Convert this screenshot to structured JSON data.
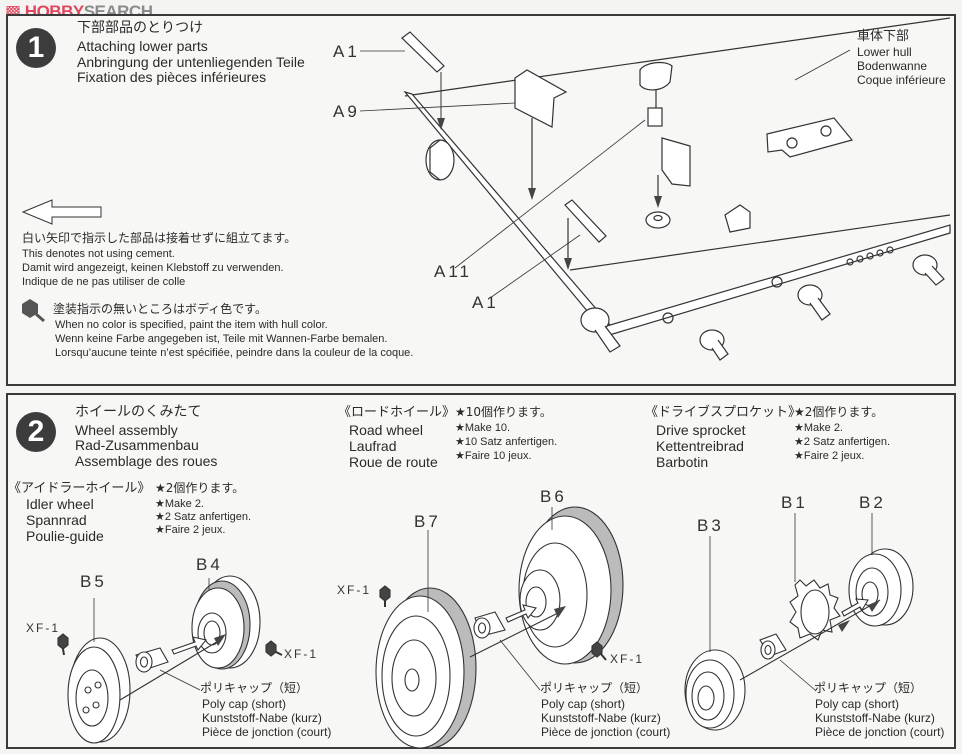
{
  "watermark": {
    "brand_a": "HOBBY",
    "brand_b": "SEARCH",
    "icon": "flame-logo-icon",
    "color": "#e0475e"
  },
  "step1": {
    "number": "1",
    "title_jp": "下部部品のとりつけ",
    "title_en": "Attaching lower parts",
    "title_de": "Anbringung der untenliegenden Teile",
    "title_fr": "Fixation des pièces inférieures",
    "hull_label": {
      "jp": "車体下部",
      "en": "Lower hull",
      "de": "Bodenwanne",
      "fr": "Coque inférieure"
    },
    "part_labels": [
      "A1",
      "A9",
      "A11",
      "A1"
    ],
    "no_cement_note": {
      "icon": "white-arrow-icon",
      "jp": "白い矢印で指示した部品は接着せずに組立てます。",
      "en": "This denotes not using cement.",
      "de": "Damit wird angezeigt, keinen Klebstoff zu verwenden.",
      "fr": "Indique de ne pas utiliser de colle"
    },
    "paint_note": {
      "icon": "paint-jar-icon",
      "jp": "塗装指示の無いところはボディ色です。",
      "en": "When no color is specified, paint the item with hull color.",
      "de": "Wenn keine Farbe angegeben ist, Teile mit Wannen-Farbe bemalen.",
      "fr": "Lorsqu’aucune teinte n’est spécifiée, peindre dans la couleur de la coque."
    }
  },
  "step2": {
    "number": "2",
    "title_jp": "ホイールのくみたて",
    "title_en": "Wheel assembly",
    "title_de": "Rad-Zusammenbau",
    "title_fr": "Assemblage des roues",
    "groups": [
      {
        "name_jp": "《アイドラーホイール》",
        "name_en": "Idler wheel",
        "name_de": "Spannrad",
        "name_fr": "Poulie-guide",
        "make_jp": "★2個作ります。",
        "make_en": "★Make 2.",
        "make_de": "★2 Satz anfertigen.",
        "make_fr": "★Faire 2 jeux.",
        "parts": [
          "B5",
          "B4"
        ],
        "paint": [
          "XF-1",
          "XF-1"
        ]
      },
      {
        "name_jp": "《ロードホイール》",
        "name_en": "Road wheel",
        "name_de": "Laufrad",
        "name_fr": "Roue de route",
        "make_jp": "★10個作ります。",
        "make_en": "★Make 10.",
        "make_de": "★10 Satz anfertigen.",
        "make_fr": "★Faire 10 jeux.",
        "parts": [
          "B7",
          "B6"
        ],
        "paint": [
          "XF-1",
          "XF-1"
        ]
      },
      {
        "name_jp": "《ドライブスプロケット》",
        "name_en": "Drive sprocket",
        "name_de": "Kettentreibrad",
        "name_fr": "Barbotin",
        "make_jp": "★2個作ります。",
        "make_en": "★Make 2.",
        "make_de": "★2 Satz anfertigen.",
        "make_fr": "★Faire 2 jeux.",
        "parts": [
          "B3",
          "B1",
          "B2"
        ],
        "paint": []
      }
    ],
    "polycap": {
      "jp": "ポリキャップ（短）",
      "en": "Poly cap (short)",
      "de": "Kunststoff-Nabe (kurz)",
      "fr": "Pièce de jonction (court)"
    }
  }
}
